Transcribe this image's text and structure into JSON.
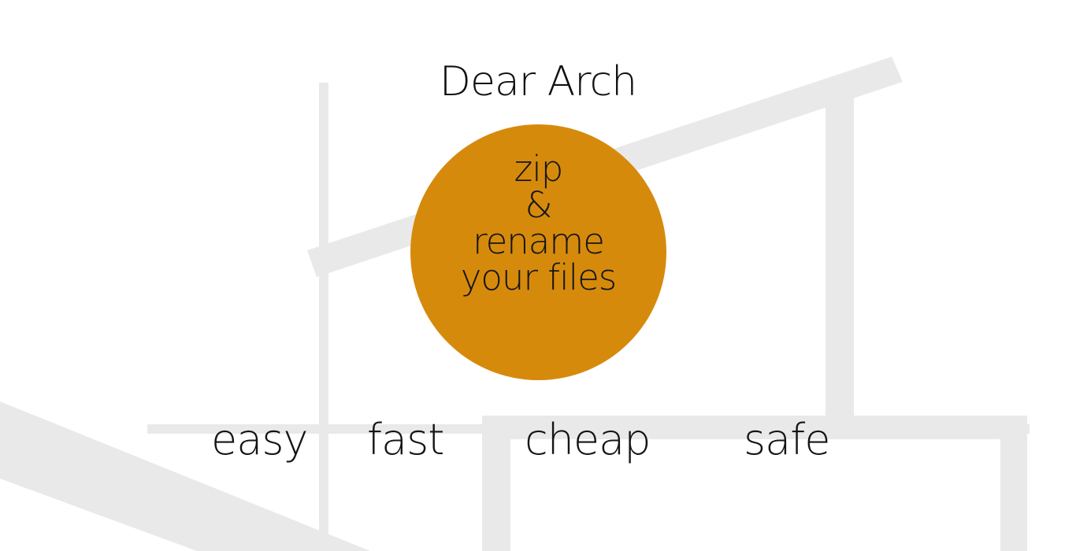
{
  "header": {
    "title": "Dear Arch"
  },
  "hero": {
    "lines": [
      "zip",
      "&",
      "rename",
      "your files"
    ],
    "color": "#d68a0c"
  },
  "features": [
    "easy",
    "fast",
    "cheap",
    "safe"
  ],
  "colors": {
    "background": "#ffffff",
    "decoration": "#e9e9e9",
    "text": "#151515",
    "accent": "#d68a0c"
  }
}
